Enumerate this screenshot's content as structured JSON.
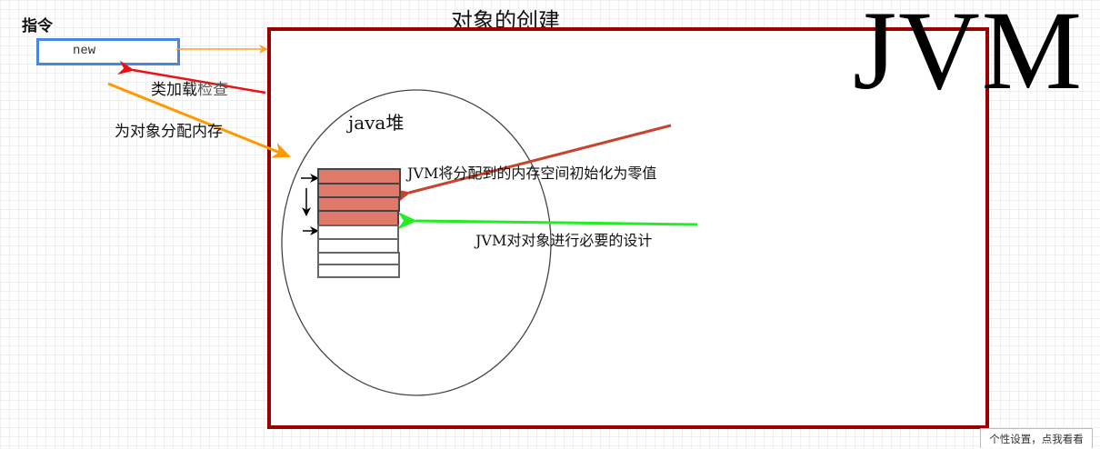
{
  "diagram": {
    "title": "对象的创建",
    "instruction_label": "指令",
    "instruction_value": "new",
    "watermark": "JVM",
    "heap_label": "java堆",
    "steps": {
      "class_load_check_part1": "类加载",
      "class_load_check_part2": "检查",
      "allocate_memory": "为对象分配内存",
      "zero_init": "JVM将分配到的内存空间初始化为零值",
      "object_setup": "JVM对对象进行必要的设计"
    },
    "memory_stack": {
      "filled_rows": 4,
      "empty_rows": 4,
      "filled_color": "#df7a6a"
    },
    "colors": {
      "frame": "#990000",
      "instruction_box": "#4a86e0",
      "arrow_new": "#f5a623",
      "arrow_load_check": "#ee1111",
      "arrow_allocate": "#ff9900",
      "arrow_zero_init": "#c8432c",
      "arrow_object_setup": "#22ee22"
    }
  },
  "footer": {
    "settings_button": "个性设置，点我看看"
  }
}
